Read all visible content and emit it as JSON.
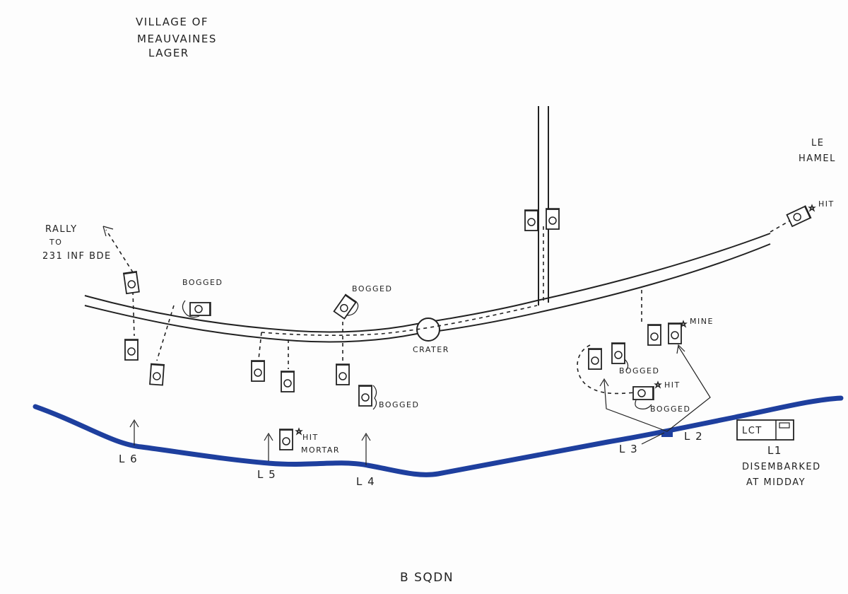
{
  "labels": {
    "village_line1": "VILLAGE OF",
    "village_line2": "MEAUVAINES",
    "village_line3": "LAGER",
    "le": "LE",
    "hamel": "HAMEL",
    "rally_line1": "RALLY",
    "rally_line2": "TO",
    "rally_line3": "231 INF BDE",
    "crater": "CRATER",
    "bogged": "BOGGED",
    "hit": "HIT",
    "mortar": "MORTAR",
    "mine": "MINE",
    "lct": "LCT",
    "disembarked_line1": "DISEMBARKED",
    "disembarked_line2": "AT MIDDAY",
    "squadron": "B SQDN"
  },
  "landing_points": [
    "L 6",
    "L 5",
    "L 4",
    "L 3",
    "L 2",
    "L1"
  ],
  "colors": {
    "ink": "#222222",
    "shoreline": "#1e3f9e",
    "paper": "#fdfdfd"
  }
}
